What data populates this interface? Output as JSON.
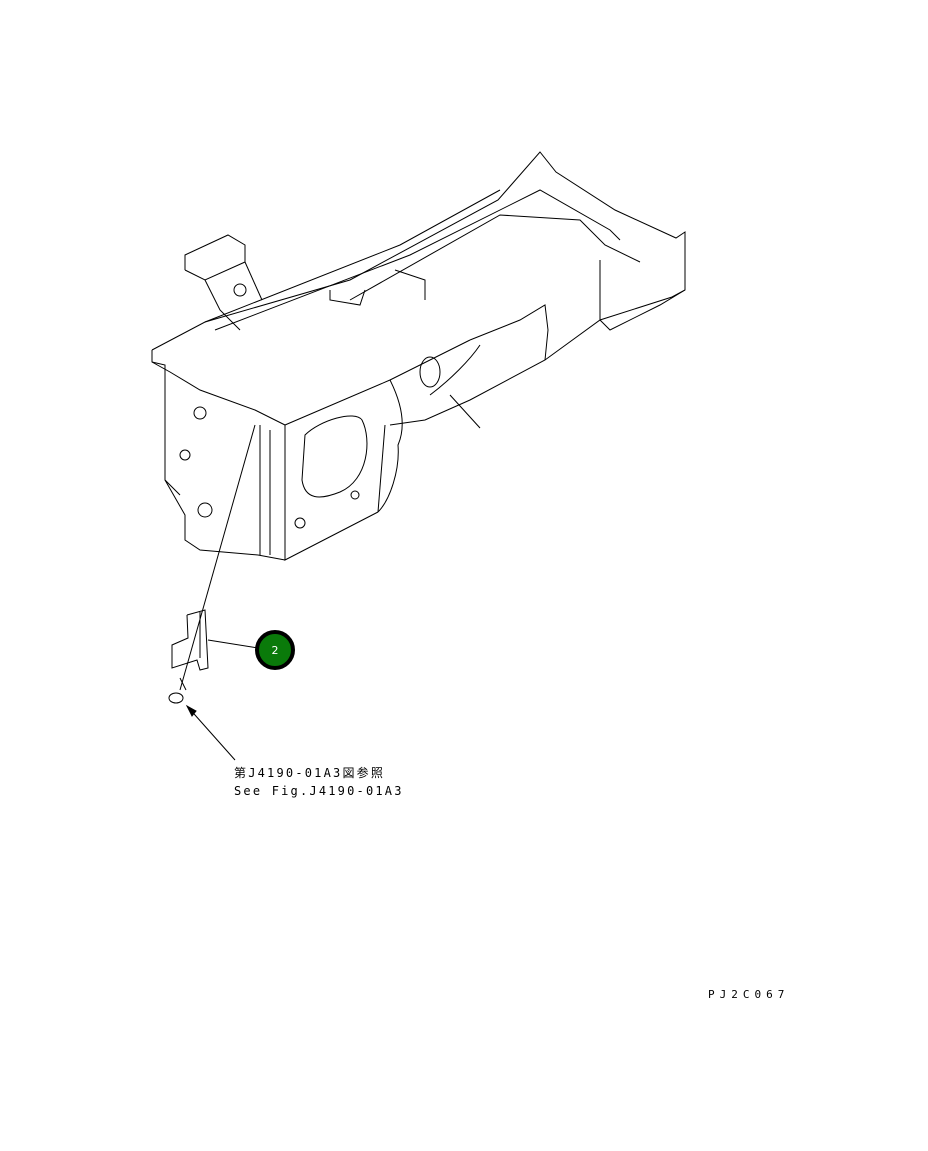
{
  "diagram": {
    "type": "exploded parts diagram",
    "subject": "machine main frame with bracket and bolt",
    "callouts": [
      {
        "number": "2",
        "color": "#0a7a0a",
        "border_color": "#000000"
      }
    ],
    "reference_note": {
      "line_jp": "第J4190-01A3図参照",
      "line_en": "See Fig.J4190-01A3"
    },
    "drawing_code": "PJ2C067"
  }
}
